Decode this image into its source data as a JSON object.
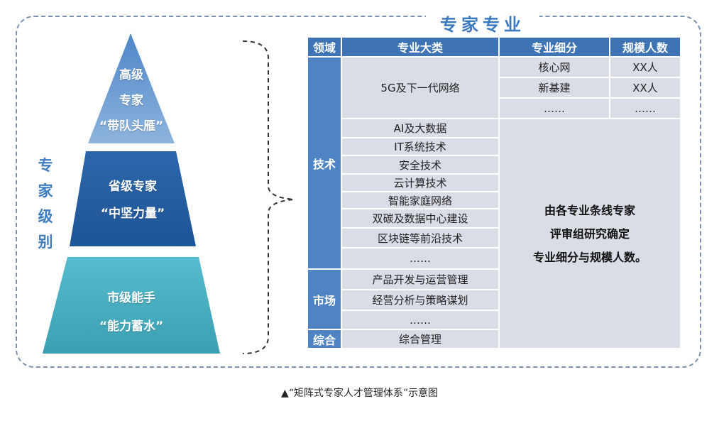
{
  "left": {
    "vertical_label": "专家级别",
    "tiers": [
      {
        "lines": [
          "高级",
          "专家",
          "“带队头雁”"
        ],
        "color_top": "#4e86c8",
        "color_bottom": "#8db4dd"
      },
      {
        "lines": [
          "省级专家",
          "“中坚力量”"
        ],
        "color_top": "#2c66aa",
        "color_bottom": "#1e5596"
      },
      {
        "lines": [
          "市级能手",
          "“能力蓄水”"
        ],
        "color_top": "#55bccd",
        "color_bottom": "#3b9fb2"
      }
    ]
  },
  "table": {
    "title": "专家专业",
    "headers": [
      "领域",
      "专业大类",
      "专业细分",
      "规模人数"
    ],
    "domains": [
      "技术",
      "市场",
      "综合"
    ],
    "tech_rows": {
      "major_net": "5G及下一代网络",
      "sub_rows": [
        {
          "sub": "核心网",
          "count": "XX人"
        },
        {
          "sub": "新基建",
          "count": "XX人"
        },
        {
          "sub": "……",
          "count": "……"
        }
      ],
      "majors": [
        "AI及大数据",
        "IT系统技术",
        "安全技术",
        "云计算技术",
        "智能家庭网络",
        "双碳及数据中心建设",
        "区块链等前沿技术",
        "……"
      ]
    },
    "market_majors": [
      "产品开发与运营管理",
      "经营分析与策略谋划",
      "……"
    ],
    "general_majors": [
      "综合管理"
    ],
    "note_lines": [
      "由各专业条线专家",
      "评审组研究确定",
      "专业细分与规模人数。"
    ]
  },
  "caption": "▲“矩阵式专家人才管理体系”示意图"
}
